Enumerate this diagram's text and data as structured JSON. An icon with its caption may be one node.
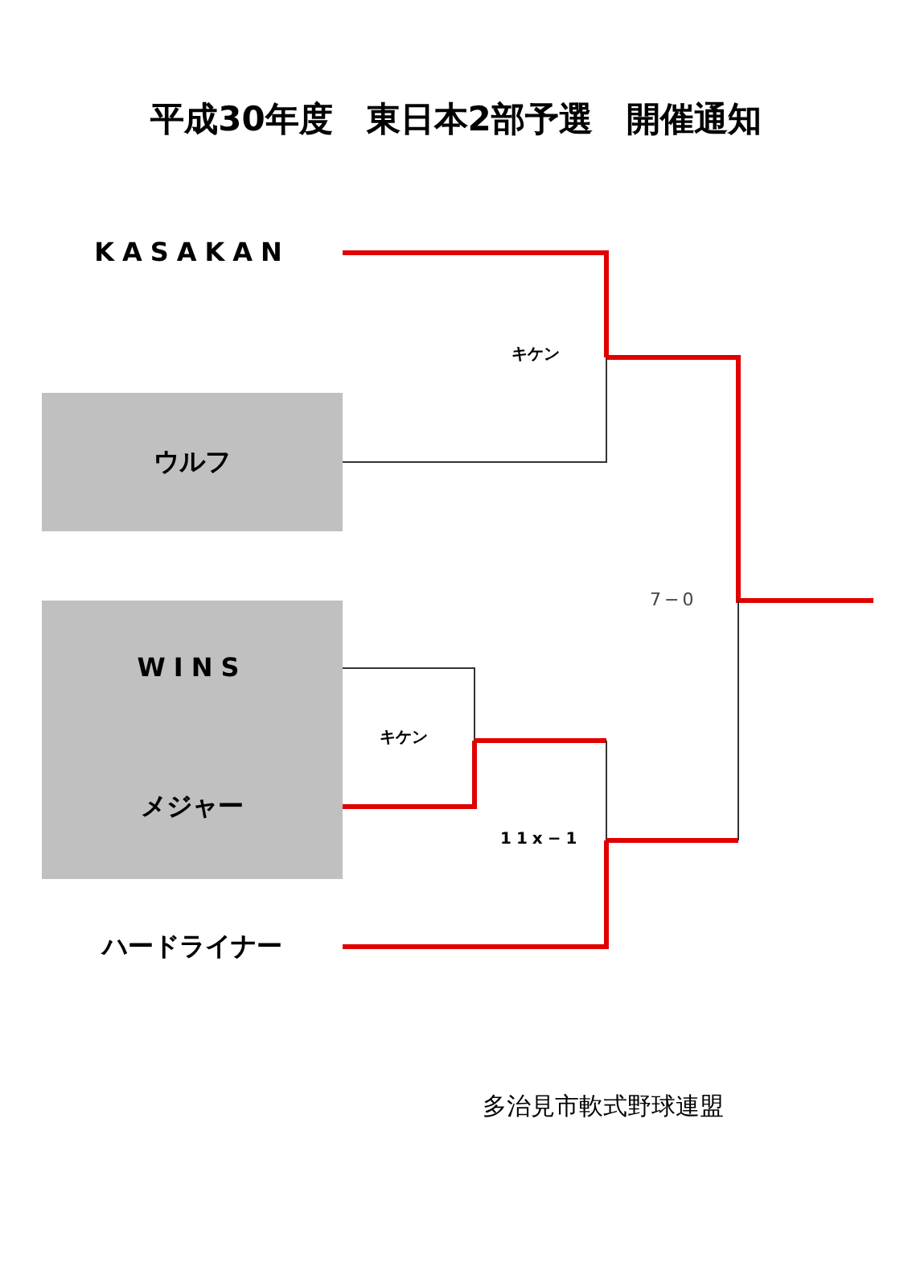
{
  "diagram": {
    "title": "平成30年度　東日本2部予選　開催通知",
    "nodes": [
      {
        "text": [
          "KASAKAN"
        ]
      },
      {
        "text": [
          "ウルフ"
        ]
      },
      {
        "text": [
          "WINS"
        ]
      },
      {
        "text": [
          "メジャー"
        ]
      },
      {
        "text": [
          "ハードライナー"
        ]
      }
    ],
    "edges": [
      {
        "from": 0,
        "to": null,
        "arrow": "none"
      },
      {
        "from": 1,
        "to": null,
        "arrow": "none",
        "color": "#333333"
      },
      {
        "from": 2,
        "to": null,
        "arrow": "none",
        "color": "#333333"
      },
      {
        "from": 3,
        "to": null,
        "arrow": "none"
      },
      {
        "from": 4,
        "to": null,
        "arrow": "none"
      }
    ],
    "labels": [
      "キケン",
      "キケン",
      "11x−1",
      "7−0",
      "多治見市軟式野球連盟"
    ]
  }
}
